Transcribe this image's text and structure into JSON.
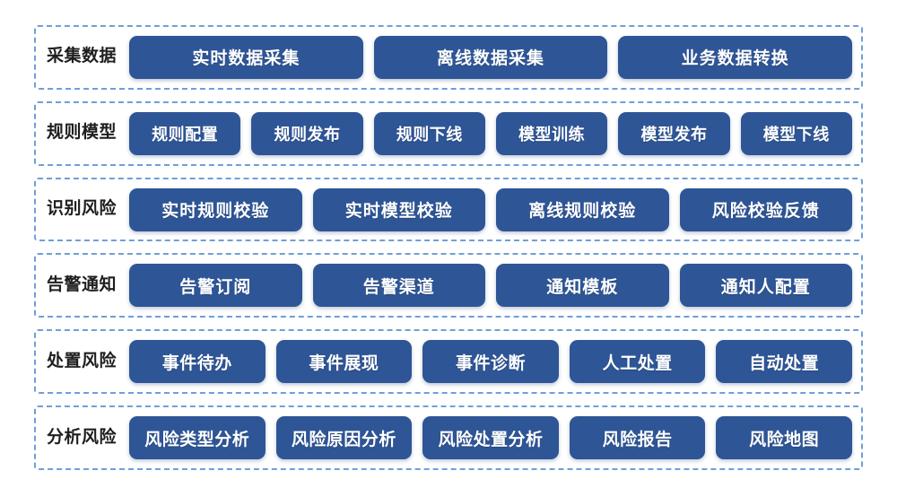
{
  "theme": {
    "chip_fill": "#2e5596",
    "chip_text": "#ffffff",
    "row_border": "#6f9fd8",
    "label_text": "#1e1e1e",
    "background": "#ffffff"
  },
  "rows": [
    {
      "label": "采集数据",
      "items": [
        {
          "label": "实时数据采集"
        },
        {
          "label": "离线数据采集"
        },
        {
          "label": "业务数据转换"
        }
      ]
    },
    {
      "label": "规则模型",
      "items": [
        {
          "label": "规则配置"
        },
        {
          "label": "规则发布"
        },
        {
          "label": "规则下线"
        },
        {
          "label": "模型训练"
        },
        {
          "label": "模型发布"
        },
        {
          "label": "模型下线"
        }
      ]
    },
    {
      "label": "识别风险",
      "items": [
        {
          "label": "实时规则校验"
        },
        {
          "label": "实时模型校验"
        },
        {
          "label": "离线规则校验"
        },
        {
          "label": "风险校验反馈"
        }
      ]
    },
    {
      "label": "告警通知",
      "items": [
        {
          "label": "告警订阅"
        },
        {
          "label": "告警渠道"
        },
        {
          "label": "通知模板"
        },
        {
          "label": "通知人配置"
        }
      ]
    },
    {
      "label": "处置风险",
      "items": [
        {
          "label": "事件待办"
        },
        {
          "label": "事件展现"
        },
        {
          "label": "事件诊断"
        },
        {
          "label": "人工处置"
        },
        {
          "label": "自动处置"
        }
      ]
    },
    {
      "label": "分析风险",
      "items": [
        {
          "label": "风险类型分析"
        },
        {
          "label": "风险原因分析"
        },
        {
          "label": "风险处置分析"
        },
        {
          "label": "风险报告"
        },
        {
          "label": "风险地图"
        }
      ]
    }
  ]
}
